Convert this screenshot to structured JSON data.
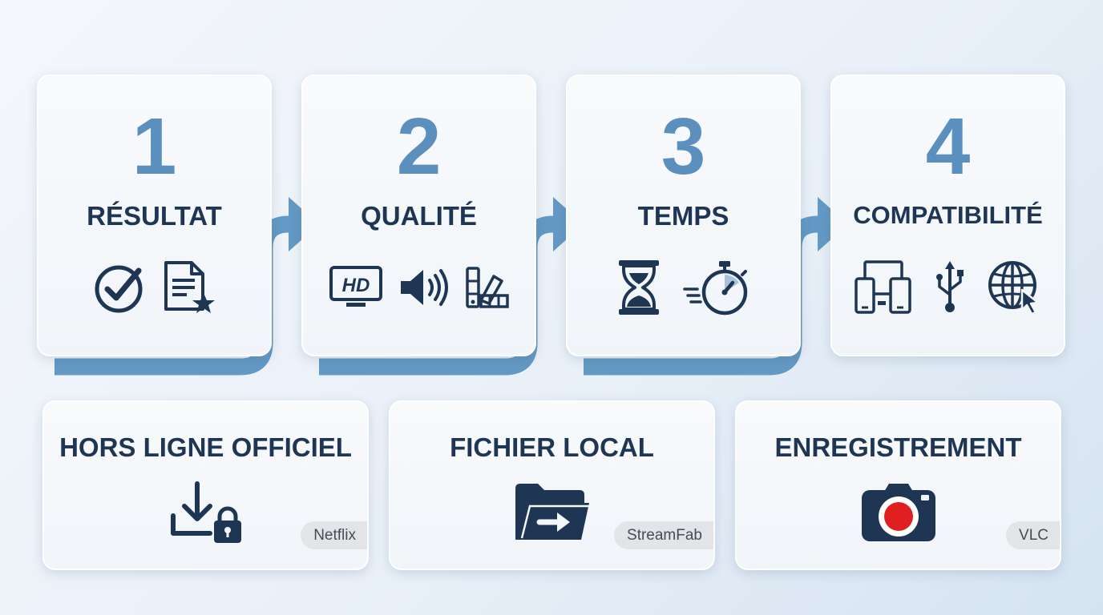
{
  "steps": [
    {
      "number": "1",
      "title": "RÉSULTAT",
      "icons": [
        "check-circle-icon",
        "document-star-icon"
      ]
    },
    {
      "number": "2",
      "title": "QUALITÉ",
      "icons": [
        "hd-tv-icon",
        "speaker-icon",
        "color-palette-icon"
      ]
    },
    {
      "number": "3",
      "title": "TEMPS",
      "icons": [
        "hourglass-icon",
        "stopwatch-icon"
      ]
    },
    {
      "number": "4",
      "title": "COMPATIBILITÉ",
      "icons": [
        "devices-icon",
        "usb-icon",
        "globe-cursor-icon"
      ]
    }
  ],
  "methods": [
    {
      "title": "HORS LIGNE OFFICIEL",
      "tag": "Netflix",
      "icon": "download-lock-icon"
    },
    {
      "title": "FICHIER LOCAL",
      "tag": "StreamFab",
      "icon": "folder-arrow-icon"
    },
    {
      "title": "ENREGISTREMENT",
      "tag": "VLC",
      "icon": "camera-record-icon"
    }
  ],
  "colors": {
    "accent": "#5b8fbe",
    "arrow": "#6399c4",
    "dark": "#1e3653",
    "record": "#e02020"
  }
}
